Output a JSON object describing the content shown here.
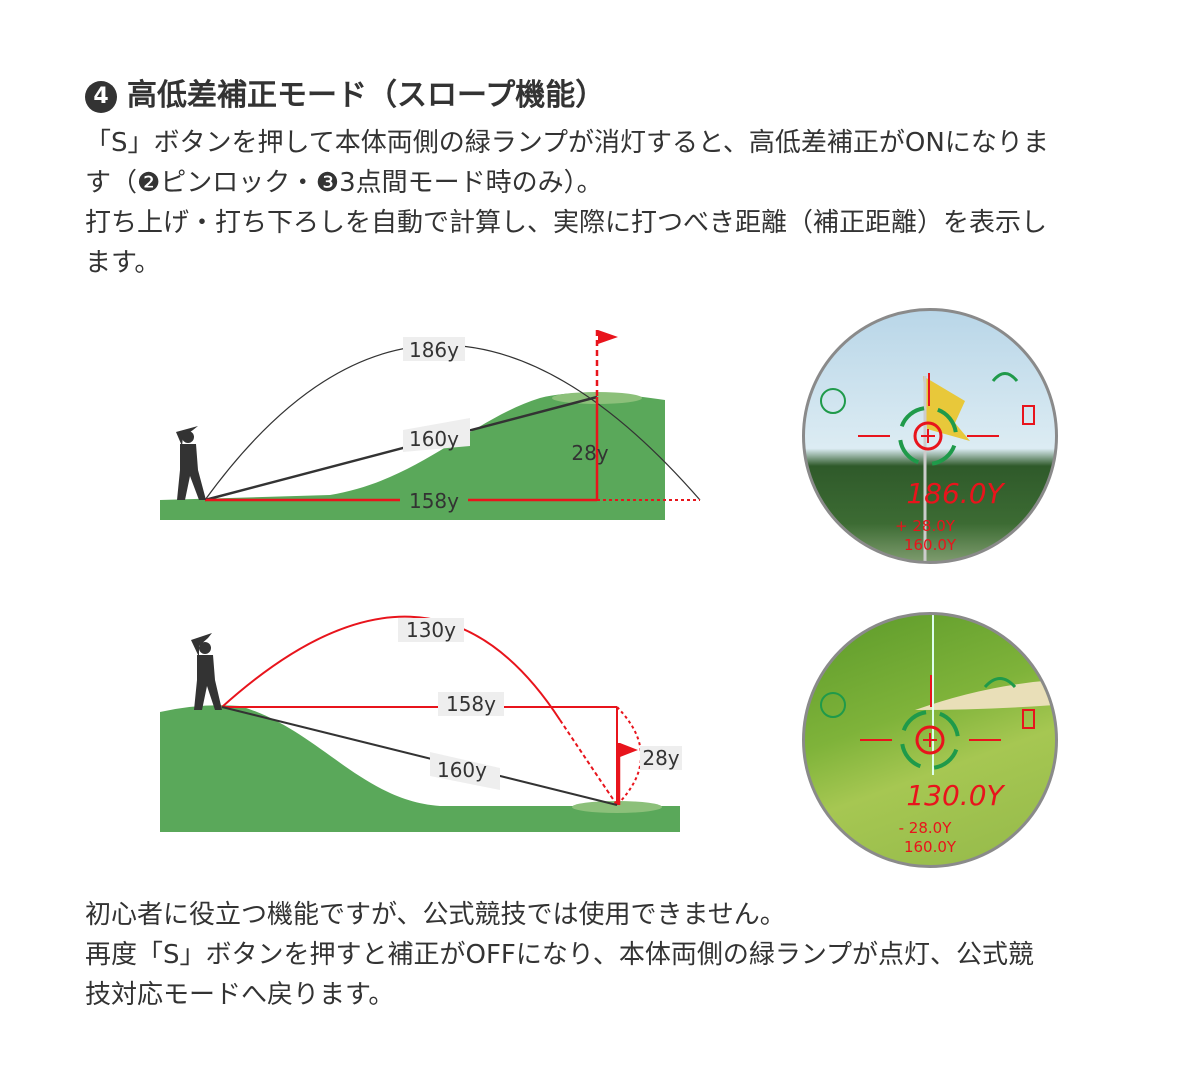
{
  "title": {
    "number": "4",
    "text": "高低差補正モード（スロープ機能）"
  },
  "intro": [
    "「S」ボタンを押して本体両側の緑ランプが消灯すると、高低差補正がONになりま",
    "す（❷ピンロック・❸3点間モード時のみ）。",
    "打ち上げ・打ち下ろしを自動で計算し、実際に打つべき距離（補正距離）を表示し",
    "ます。"
  ],
  "diagram_uphill": {
    "arc_label": "186y",
    "line_label": "160y",
    "flat_label": "158y",
    "height_label": "28y"
  },
  "diagram_downhill": {
    "arc_label": "130y",
    "flat_label": "158y",
    "line_label": "160y",
    "height_label": "28y"
  },
  "scope_uphill": {
    "main": "186.0Y",
    "height": "+ 28.0Y",
    "distance": "160.0Y"
  },
  "scope_downhill": {
    "main": "130.0Y",
    "height": "- 28.0Y",
    "distance": "160.0Y"
  },
  "outro": [
    "初心者に役立つ機能ですが、公式競技では使用できません。",
    "再度「S」ボタンを押すと補正がOFFになり、本体両側の緑ランプが点灯、公式競",
    "技対応モードへ戻ります。"
  ],
  "colors": {
    "grass": "#5aa85a",
    "red": "#e8141c",
    "text": "#333333",
    "led_green": "#1f9a4a"
  }
}
